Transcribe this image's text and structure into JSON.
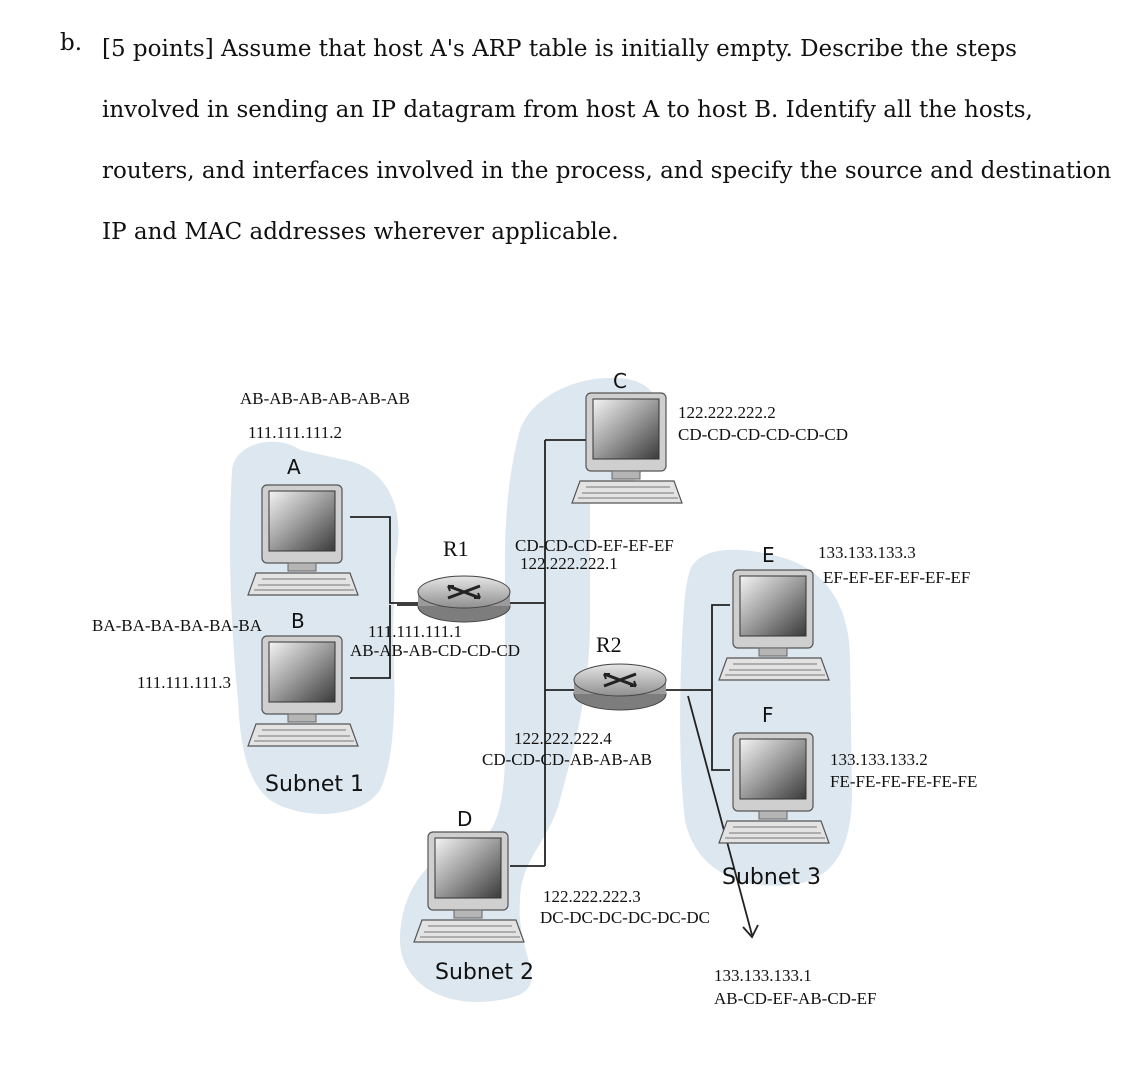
{
  "question": {
    "label": "b.",
    "lines": [
      "[5 points] Assume that host A's ARP table is initially empty. Describe the steps",
      "involved in sending an IP datagram from host A to host B. Identify all the hosts,",
      "routers, and interfaces involved in the process, and specify the source and destination",
      "IP and MAC addresses wherever applicable."
    ]
  },
  "diagram": {
    "hosts": {
      "A": {
        "name": "A",
        "mac": "AB-AB-AB-AB-AB-AB",
        "ip": "111.111.111.2"
      },
      "B": {
        "name": "B",
        "mac": "BA-BA-BA-BA-BA-BA",
        "ip": "111.111.111.3"
      },
      "C": {
        "name": "C",
        "ip": "122.222.222.2",
        "mac": "CD-CD-CD-CD-CD-CD"
      },
      "D": {
        "name": "D",
        "ip": "122.222.222.3",
        "mac": "DC-DC-DC-DC-DC-DC"
      },
      "E": {
        "name": "E",
        "ip": "133.133.133.3",
        "mac": "EF-EF-EF-EF-EF-EF"
      },
      "F": {
        "name": "F",
        "ip": "133.133.133.2",
        "mac": "FE-FE-FE-FE-FE-FE"
      }
    },
    "routers": {
      "R1": {
        "name": "R1",
        "if_subnet1": {
          "ip": "111.111.111.1",
          "mac": "AB-AB-AB-CD-CD-CD"
        },
        "if_subnet2": {
          "mac": "CD-CD-CD-EF-EF-EF",
          "ip": "122.222.222.1"
        }
      },
      "R2": {
        "name": "R2",
        "if_subnet2": {
          "ip": "122.222.222.4",
          "mac": "CD-CD-CD-AB-AB-AB"
        },
        "if_subnet3": {
          "ip": "133.133.133.1",
          "mac": "AB-CD-EF-AB-CD-EF"
        }
      }
    },
    "subnets": [
      "Subnet 1",
      "Subnet 2",
      "Subnet 3"
    ],
    "colors": {
      "subnet_bg": "#dde7ef",
      "line": "#222222"
    }
  }
}
